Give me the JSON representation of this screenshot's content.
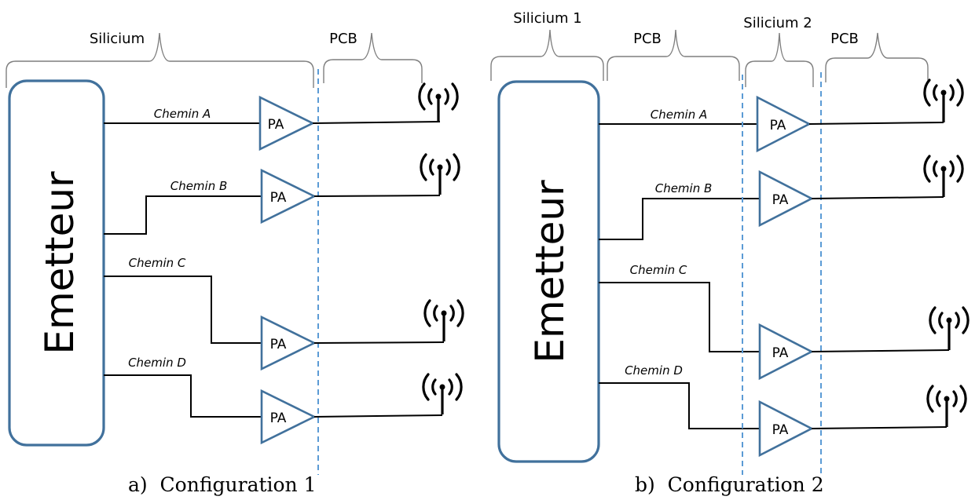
{
  "config1": {
    "brace_silicon": "Silicium",
    "brace_pcb": "PCB",
    "emitter": "Emetteur",
    "paths": [
      "Chemin A",
      "Chemin B",
      "Chemin C",
      "Chemin D"
    ],
    "pa": "PA",
    "caption": "a)  Configuration 1"
  },
  "config2": {
    "brace_silicon1": "Silicium 1",
    "brace_pcb1": "PCB",
    "brace_silicon2": "Silicium 2",
    "brace_pcb2": "PCB",
    "emitter": "Emetteur",
    "paths": [
      "Chemin A",
      "Chemin B",
      "Chemin C",
      "Chemin D"
    ],
    "pa": "PA",
    "caption": "b)  Configuration 2"
  },
  "colors": {
    "box_stroke": "#41719c",
    "dashed_boundary": "#5b9bd5",
    "brace": "#7f7f7f"
  },
  "icons": [
    "antenna-icon",
    "amplifier-triangle"
  ]
}
